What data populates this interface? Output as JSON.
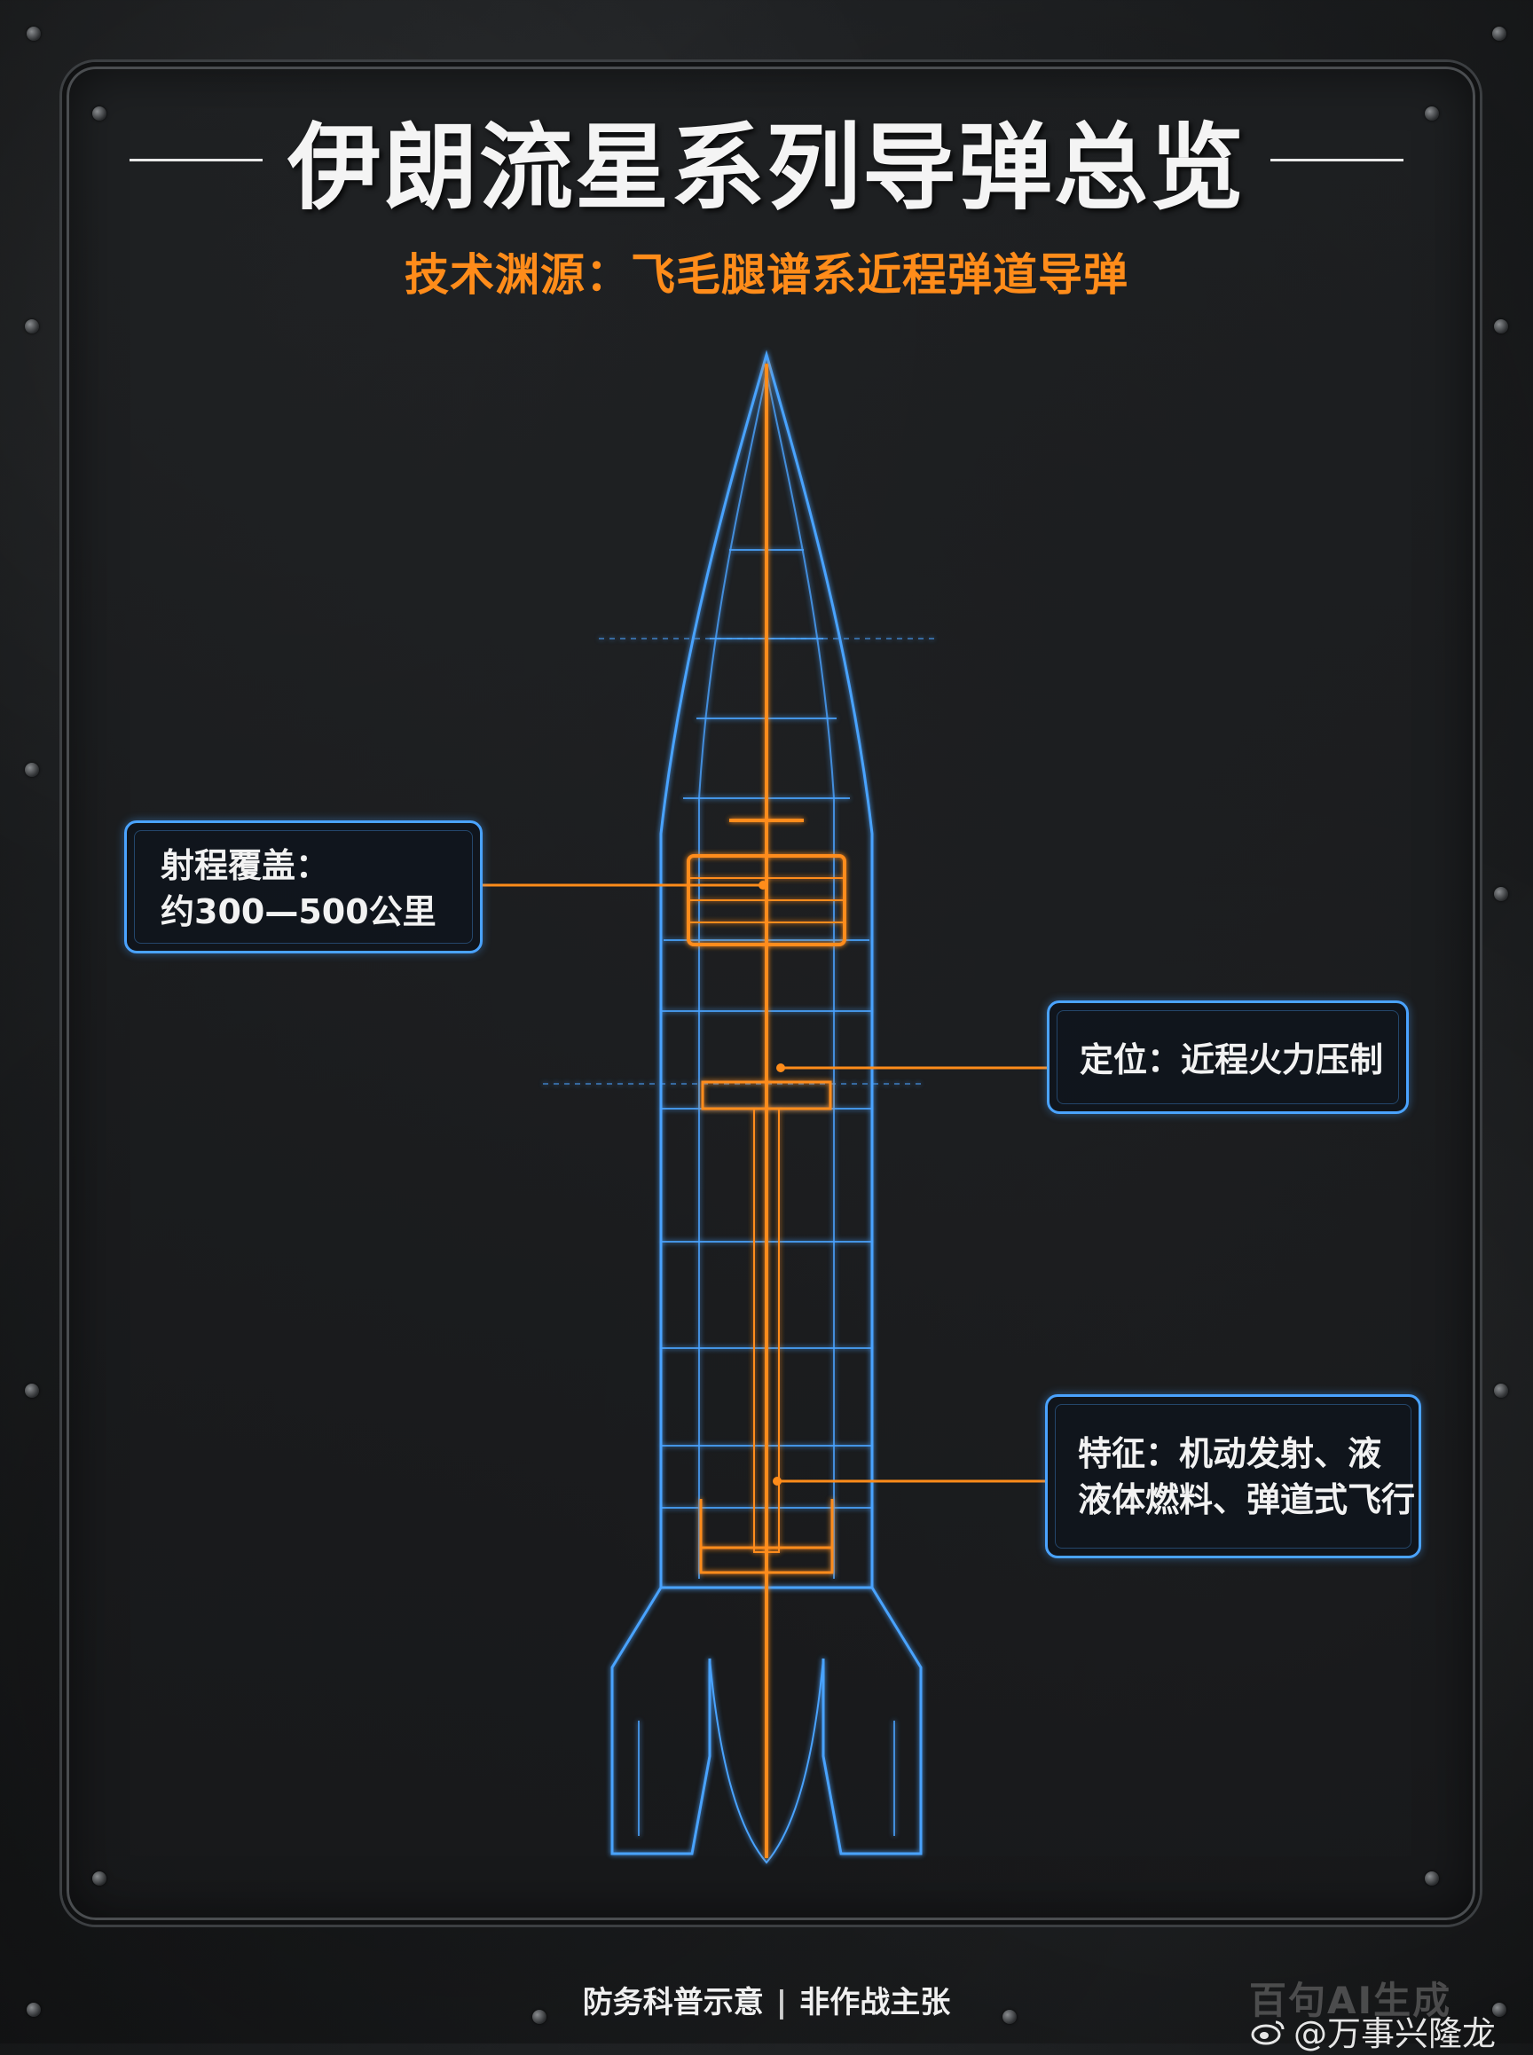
{
  "poster": {
    "title": "伊朗流星系列导弹总览",
    "subtitle": "技术渊源：飞毛腿谱系近程弹道导弹"
  },
  "callouts": {
    "range_line1": "射程覆盖：",
    "range_line2": "约300—500公里",
    "position": "定位：近程火力压制",
    "features_line1": "特征：机动发射、液",
    "features_line2": "液体燃料、弹道式飞行"
  },
  "footer": {
    "left": "防务科普示意",
    "separator": "|",
    "right": "非作战主张"
  },
  "watermark": {
    "line1": "百句AI生成",
    "line2": "@万事兴隆龙",
    "icon": "weibo-icon"
  },
  "colors": {
    "blueprint_blue": "#4aa3ff",
    "accent_orange": "#ff8c1a",
    "background": "#1d1f21"
  }
}
